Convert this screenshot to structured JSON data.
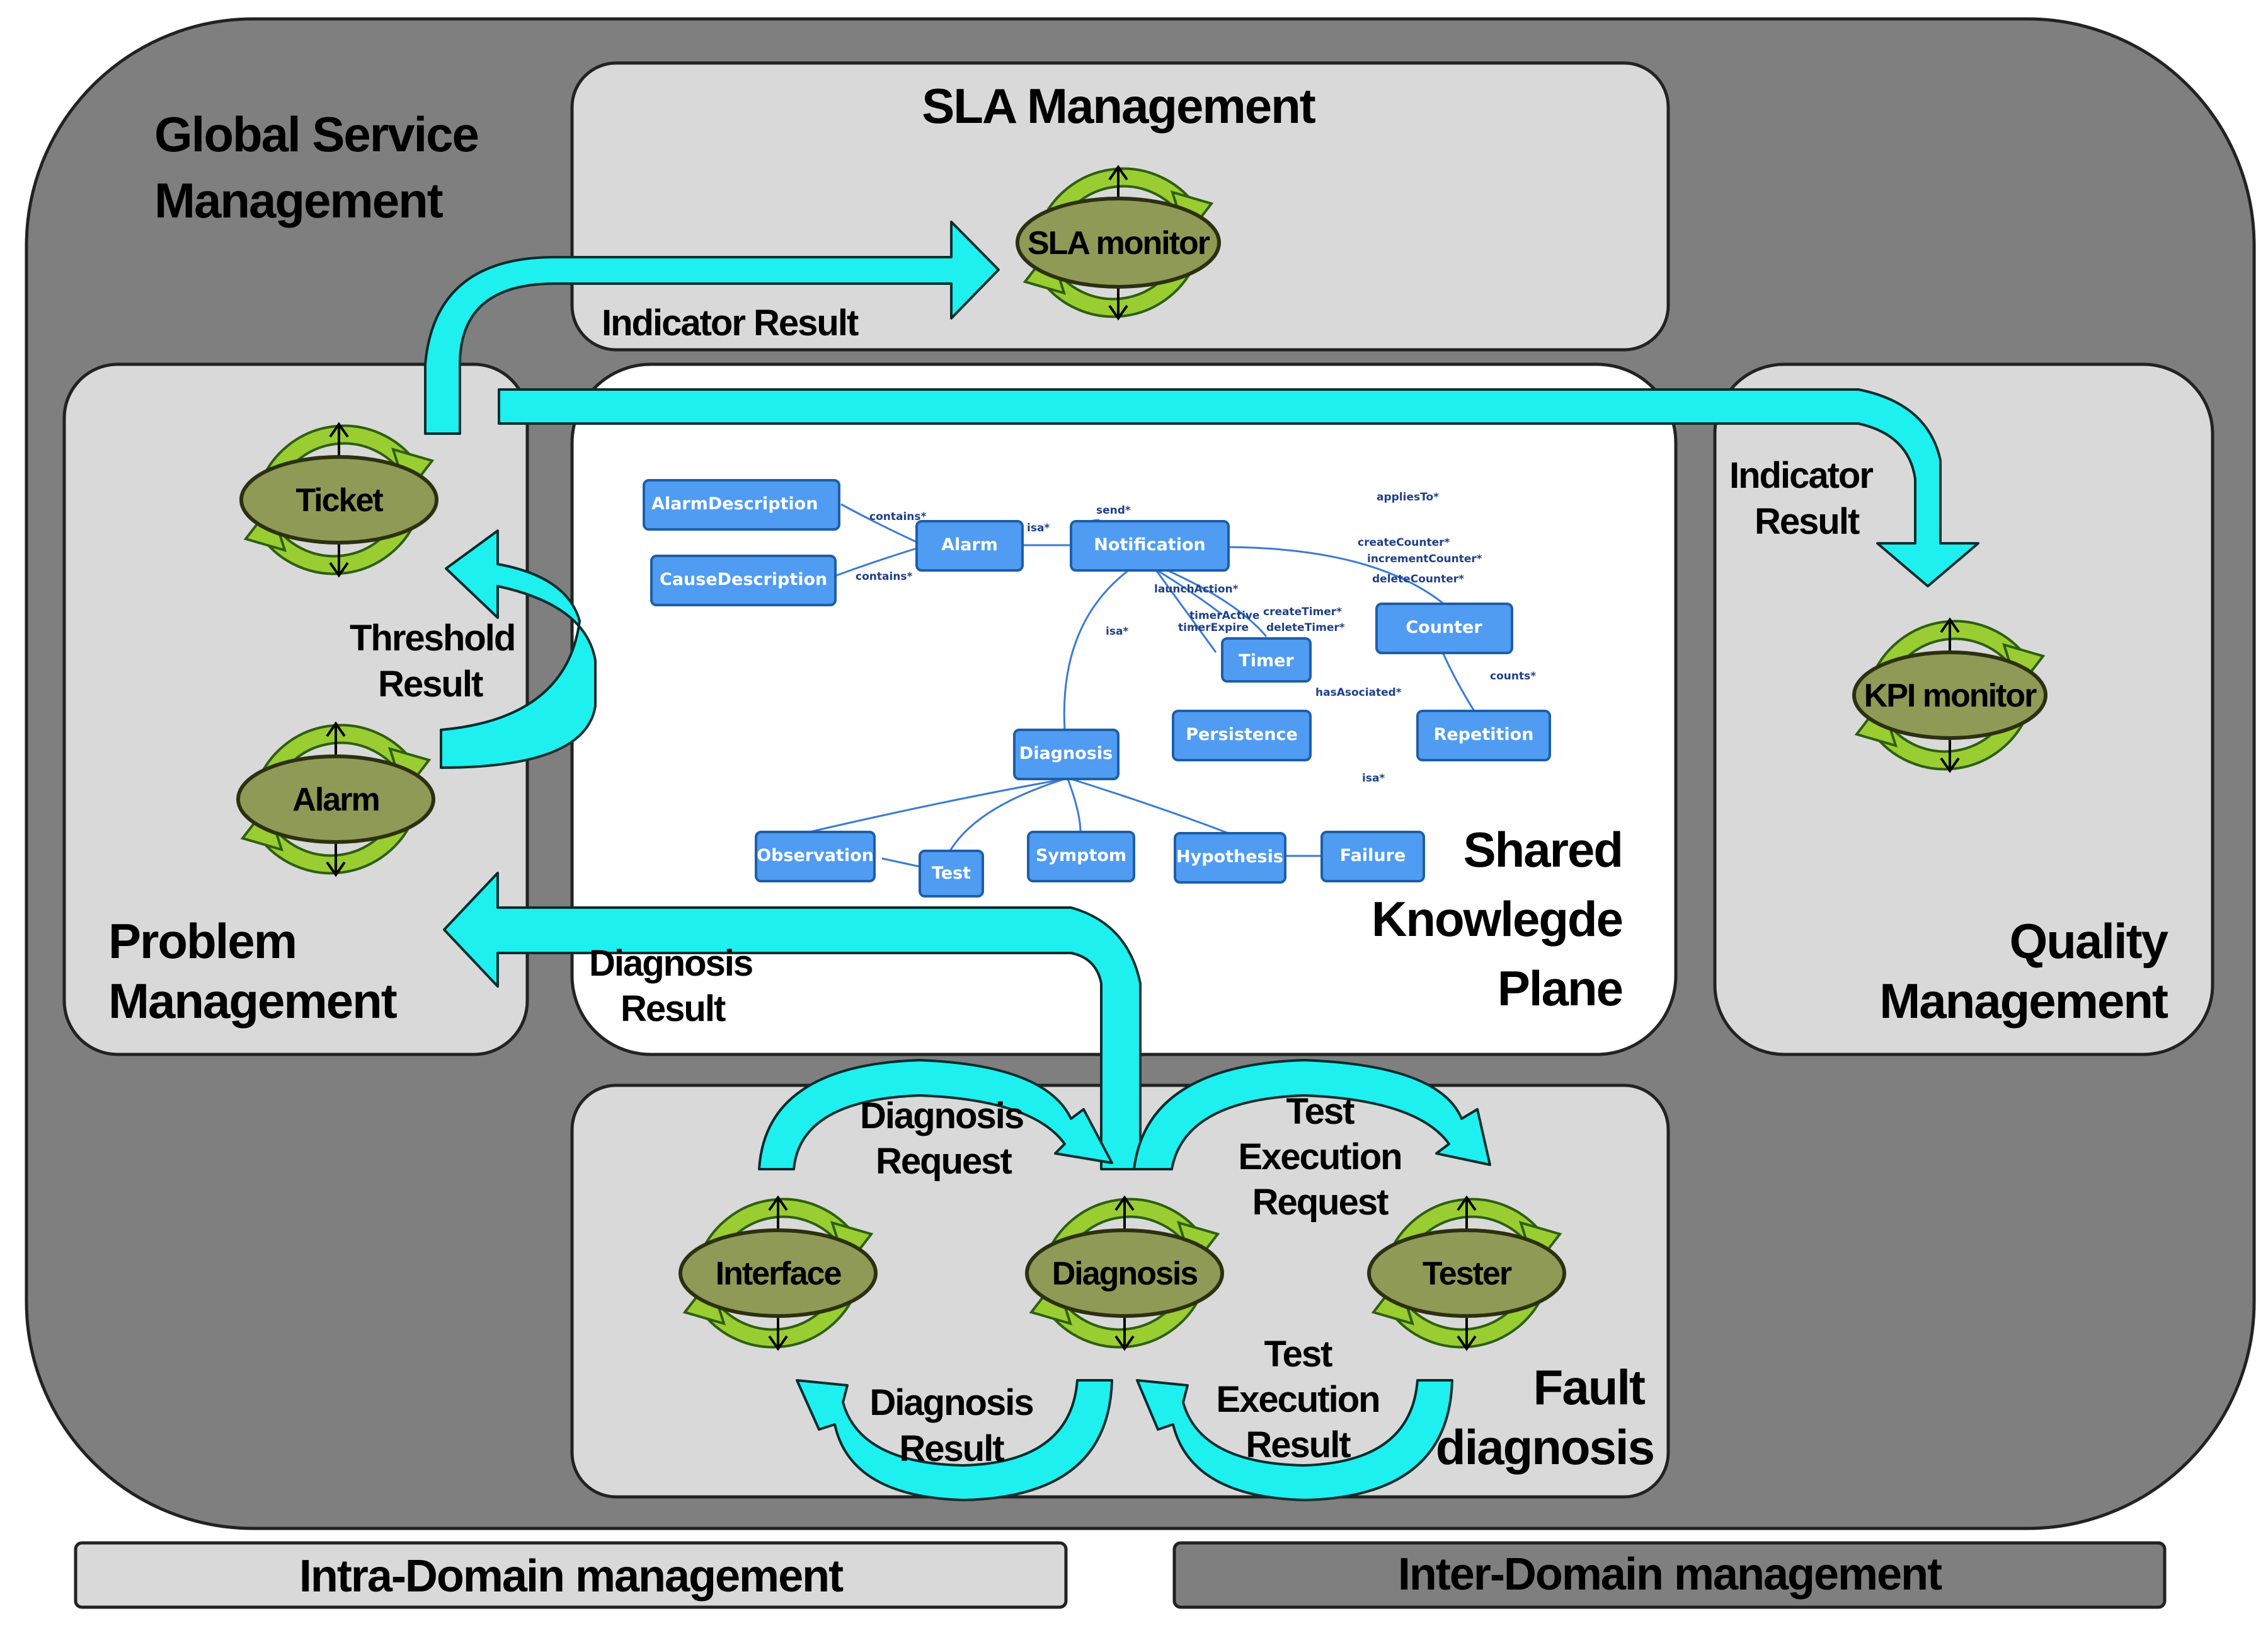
{
  "regions": {
    "global_service": {
      "title_line1": "Global Service",
      "title_line2": "Management"
    },
    "sla": {
      "title": "SLA Management",
      "agent": "SLA monitor"
    },
    "problem": {
      "title_line1": "Problem",
      "title_line2": "Management",
      "agents": [
        "Ticket",
        "Alarm"
      ]
    },
    "quality": {
      "title_line1": "Quality",
      "title_line2": "Management",
      "agent": "KPI monitor"
    },
    "fault": {
      "title_line1": "Fault",
      "title_line2": "diagnosis",
      "agents": [
        "Interface",
        "Diagnosis",
        "Tester"
      ]
    },
    "knowledge": {
      "title_line1": "Shared",
      "title_line2": "Knowlegde",
      "title_line3": "Plane"
    }
  },
  "flows": {
    "indicator_result_sla": "Indicator Result",
    "indicator_result_quality": {
      "line1": "Indicator",
      "line2": "Result"
    },
    "threshold_result": {
      "line1": "Threshold",
      "line2": "Result"
    },
    "diagnosis_result_problem": {
      "line1": "Diagnosis",
      "line2": "Result"
    },
    "diagnosis_request": {
      "line1": "Diagnosis",
      "line2": "Request"
    },
    "test_execution_request": {
      "line1": "Test",
      "line2": "Execution",
      "line3": "Request"
    },
    "diagnosis_result_fault": {
      "line1": "Diagnosis",
      "line2": "Result"
    },
    "test_execution_result": {
      "line1": "Test",
      "line2": "Execution",
      "line3": "Result"
    }
  },
  "ontology": {
    "nodes": {
      "alarm_description": "AlarmDescription",
      "cause_description": "CauseDescription",
      "alarm": "Alarm",
      "notification": "Notification",
      "counter": "Counter",
      "timer": "Timer",
      "persistence": "Persistence",
      "repetition": "Repetition",
      "diagnosis": "Diagnosis",
      "observation": "Observation",
      "test": "Test",
      "symptom": "Symptom",
      "hypothesis": "Hypothesis",
      "failure": "Failure"
    },
    "edges": {
      "contains1": "contains*",
      "contains2": "contains*",
      "isa1": "isa*",
      "send": "send*",
      "applies_to": "appliesTo*",
      "create_counter": "createCounter*",
      "increment_counter": "incrementCounter*",
      "delete_counter": "deleteCounter*",
      "launch_action": "launchAction*",
      "create_timer": "createTimer*",
      "timer_active": "timerActive",
      "timer_expire": "timerExpire",
      "delete_timer": "deleteTimer*",
      "isa2": "isa*",
      "counts": "counts*",
      "has_associated": "hasAsociated*",
      "isa3": "isa*"
    }
  },
  "footer": {
    "intra": "Intra-Domain management",
    "inter": "Inter-Domain management"
  },
  "colors": {
    "outer": "#7f7f7f",
    "panel": "#d9d9d9",
    "flow": "#1ef0f0",
    "agent": "#8f9a56",
    "cycle": "#9acd32",
    "node": "#4f9cf2"
  }
}
